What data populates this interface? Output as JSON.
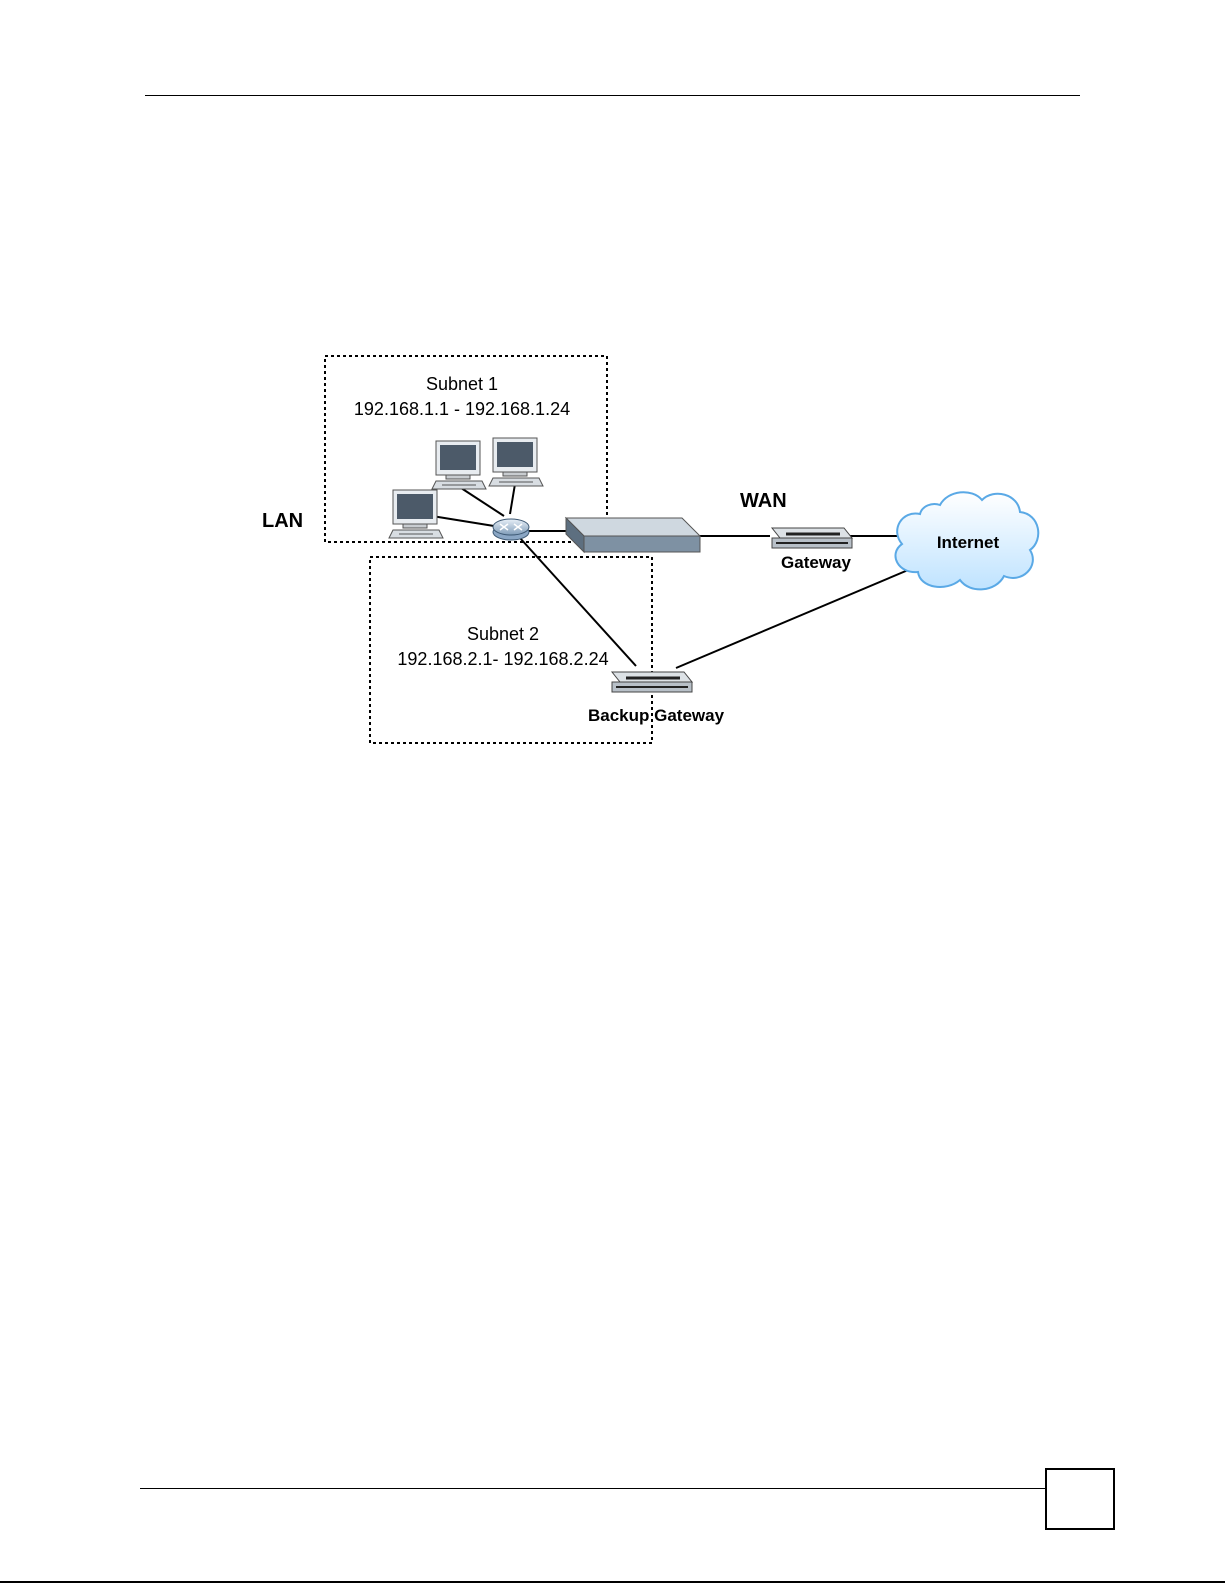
{
  "diagram": {
    "subnet1": {
      "title": "Subnet 1",
      "range": "192.168.1.1 - 192.168.1.24"
    },
    "subnet2": {
      "title": "Subnet 2",
      "range": "192.168.2.1- 192.168.2.24"
    },
    "lan_label": "LAN",
    "wan_label": "WAN",
    "gateway_label": "Gateway",
    "backup_gateway_label": "Backup Gateway",
    "internet_label": "Internet"
  },
  "page": {
    "page_number": ""
  }
}
